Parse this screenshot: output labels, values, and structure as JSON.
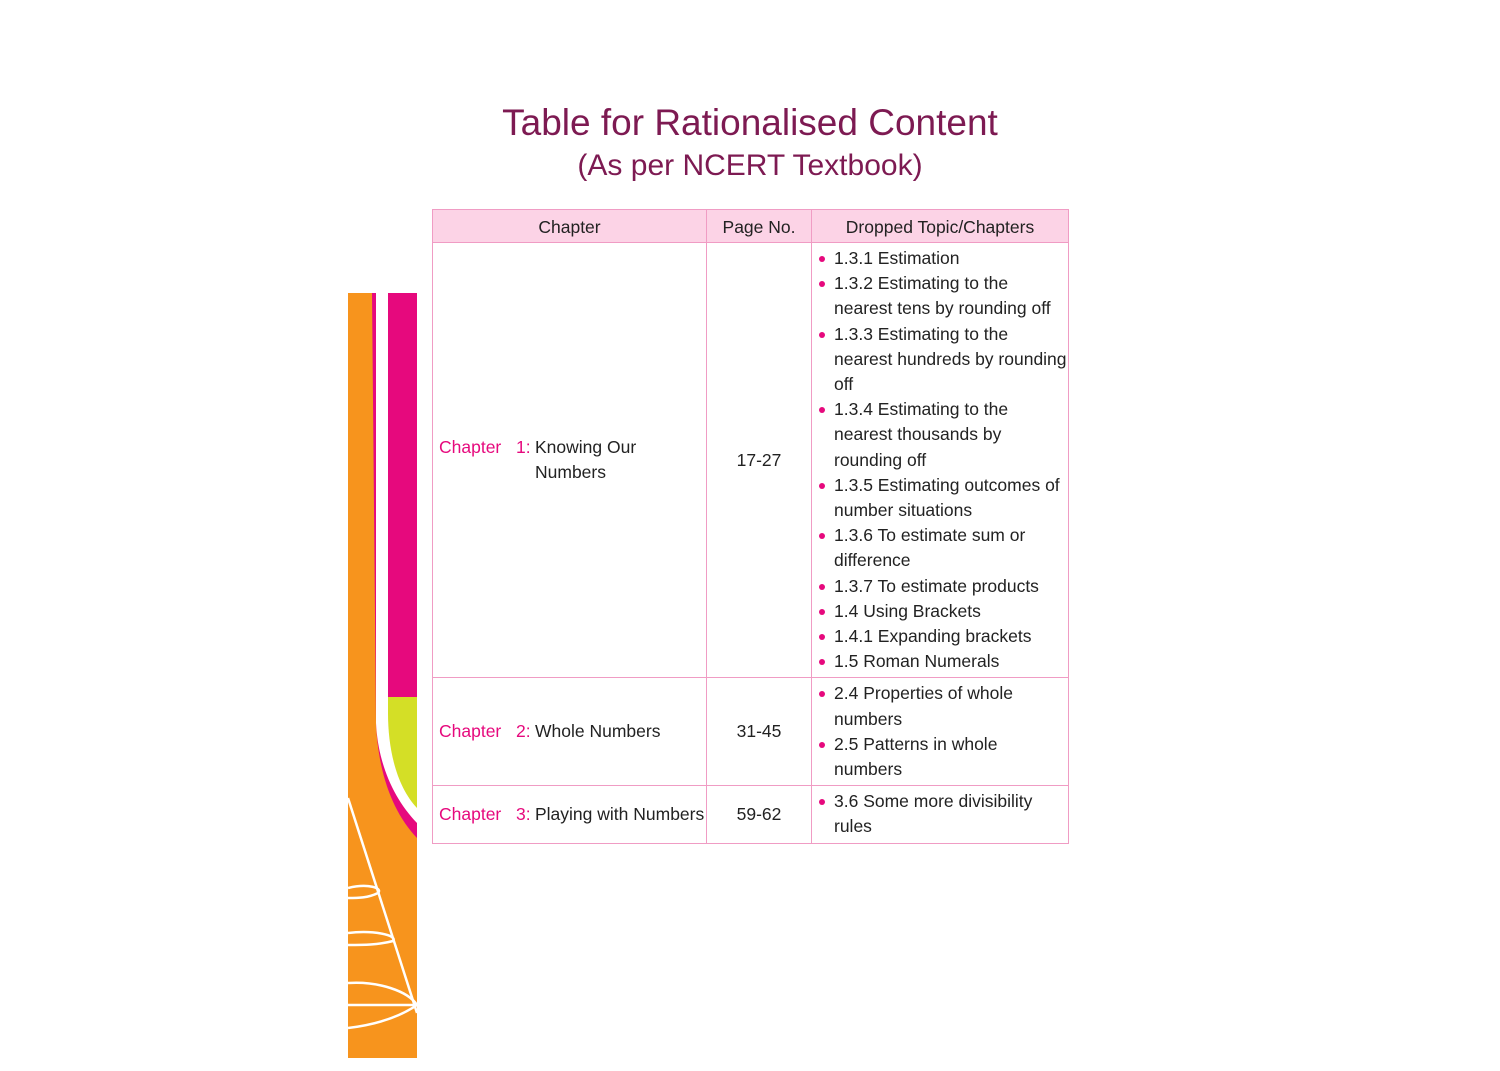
{
  "title": "Table for Rationalised Content",
  "subtitle": "(As per NCERT Textbook)",
  "colors": {
    "title": "#7d1a52",
    "accent": "#e6097d",
    "header_bg": "#fcd3e6",
    "orange": "#f7941d",
    "lime": "#d4df26"
  },
  "table": {
    "headers": [
      "Chapter",
      "Page No.",
      "Dropped Topic/Chapters"
    ],
    "rows": [
      {
        "chapter_word": "Chapter",
        "number": "1:",
        "name": "Knowing Our Numbers",
        "pages": "17-27",
        "topics": [
          "1.3.1 Estimation",
          "1.3.2 Estimating to the nearest tens by rounding off",
          "1.3.3 Estimating to the nearest hundreds by rounding off",
          "1.3.4 Estimating to the nearest thousands by rounding off",
          "1.3.5 Estimating outcomes of number situations",
          "1.3.6 To estimate sum or difference",
          "1.3.7 To estimate products",
          "1.4 Using Brackets",
          "1.4.1 Expanding brackets",
          "1.5 Roman Numerals"
        ]
      },
      {
        "chapter_word": "Chapter",
        "number": "2:",
        "name": "Whole Numbers",
        "pages": "31-45",
        "topics": [
          "2.4 Properties of whole numbers",
          "2.5 Patterns in whole numbers"
        ]
      },
      {
        "chapter_word": "Chapter",
        "number": "3:",
        "name": "Playing with Numbers",
        "pages": "59-62",
        "topics": [
          "3.6 Some more divisibility rules"
        ]
      }
    ]
  }
}
